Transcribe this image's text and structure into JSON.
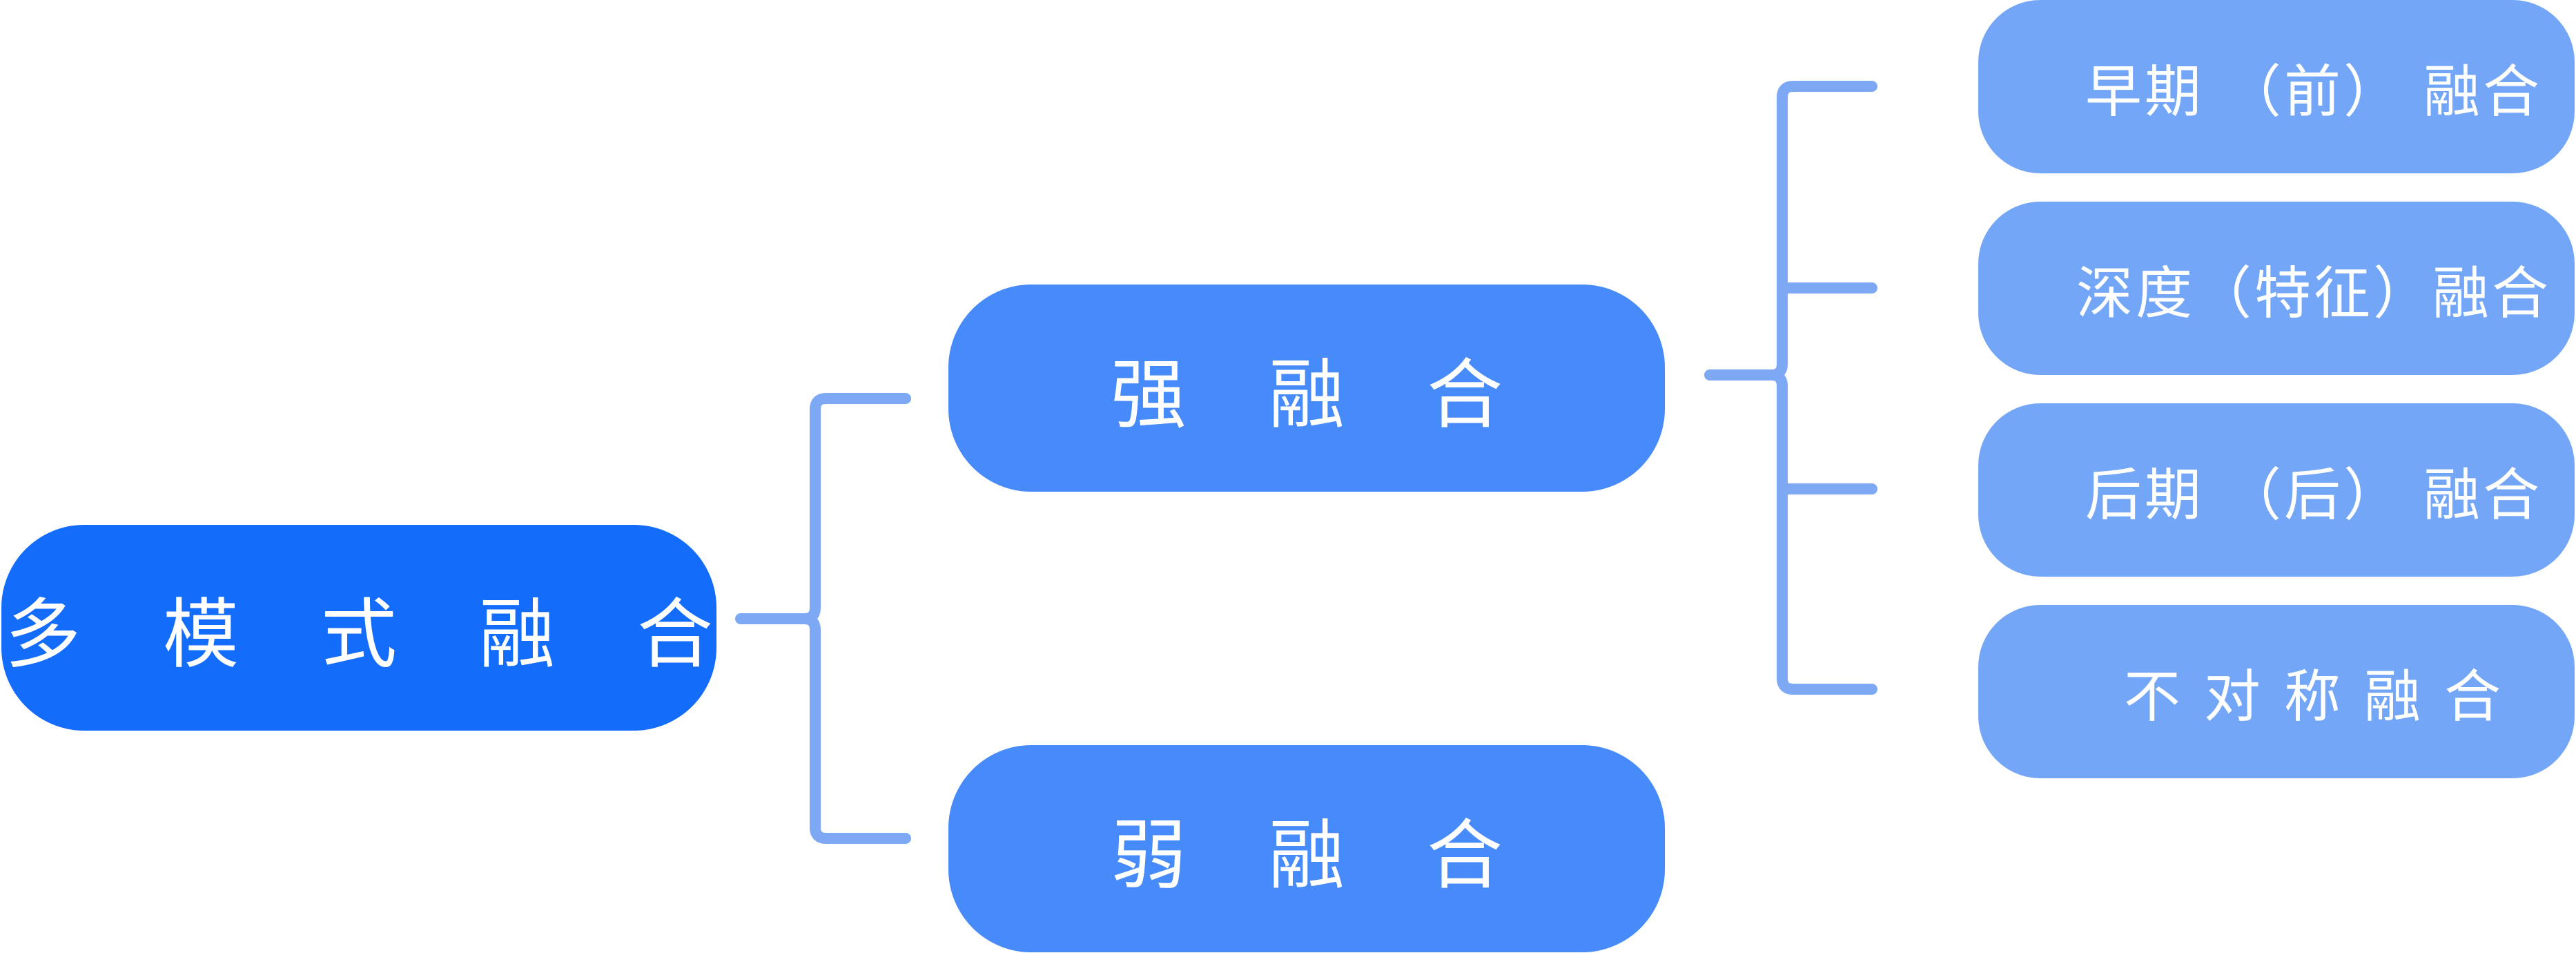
{
  "colors": {
    "root": "#136DFA",
    "mid": "#468BF9",
    "leaf": "#74A6F8",
    "line": "#7DA9F4"
  },
  "root": {
    "label": "多 模 式 融 合"
  },
  "branches": [
    {
      "label": "强 融 合",
      "children": [
        "早期 （前） 融合",
        "深度（特征）融合",
        "后期 （后） 融合",
        "不 对 称 融 合"
      ]
    },
    {
      "label": "弱 融 合",
      "children": []
    }
  ]
}
